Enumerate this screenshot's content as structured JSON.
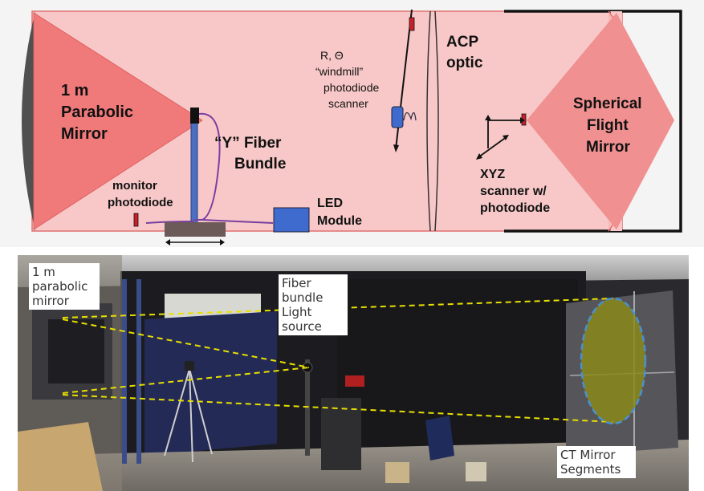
{
  "diagram": {
    "labels": {
      "parabolic_mirror": [
        "1 m",
        "Parabolic",
        "Mirror"
      ],
      "fiber_bundle": [
        "“Y” Fiber",
        "Bundle"
      ],
      "windmill": [
        "R, Θ",
        "“windmill”",
        "photodiode",
        "scanner"
      ],
      "acp_optic": [
        "ACP",
        "optic"
      ],
      "spherical_mirror": [
        "Spherical",
        "Flight",
        "Mirror"
      ],
      "xyz_scanner": [
        "XYZ",
        "scanner w/",
        "photodiode"
      ],
      "monitor_photodiode": [
        "monitor",
        "photodiode"
      ],
      "led_module": [
        "LED",
        "Module"
      ]
    },
    "colors": {
      "tube_fill": "#f8c8c8",
      "cone_fill": "#f07a7a",
      "mirror_gray": "#505050",
      "fiber_purple": "#7a3fa0",
      "rail_blue": "#4a6fc0",
      "led_blue": "#3f6bcf",
      "photodiode_red": "#c8202a"
    }
  },
  "photo": {
    "labels": {
      "parabolic_mirror": "1 m\nparabolic\nmirror",
      "fiber_source": "Fiber\nbundle\nLight\nsource",
      "ct_segments": "CT Mirror\nSegments"
    },
    "colors": {
      "beam_yellow": "#e8e000",
      "ellipse_fill": "#8a8a1a",
      "ellipse_edge": "#4a90d0"
    }
  }
}
